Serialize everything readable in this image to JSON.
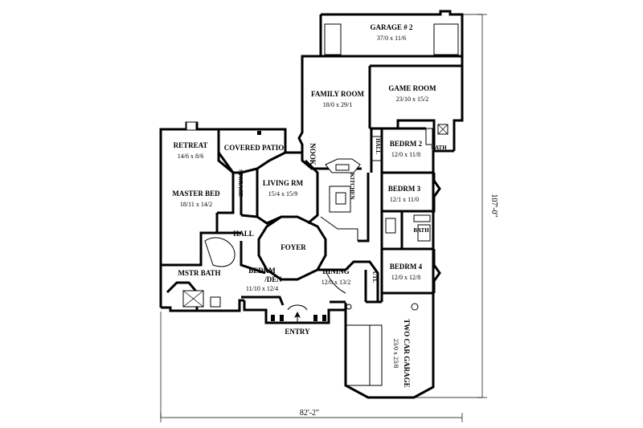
{
  "rooms": {
    "garage2": {
      "name": "GARAGE # 2",
      "size": "37/0 x 11/6"
    },
    "family": {
      "name": "FAMILY ROOM",
      "size": "18/0 x 29/1"
    },
    "game": {
      "name": "GAME ROOM",
      "size": "23/10 x 15/2"
    },
    "retreat": {
      "name": "RETREAT",
      "size": "14/6 x 8/6"
    },
    "patio": {
      "name": "COVERED PATIO"
    },
    "nook": {
      "name": "NOOK"
    },
    "hall_upper": {
      "name": "HALL"
    },
    "bath_upper": {
      "name": "BATH"
    },
    "bedrm2": {
      "name": "BEDRM 2",
      "size": "12/0 x 11/8"
    },
    "living": {
      "name": "LIVING RM",
      "size": "15/4 x 15/9"
    },
    "kitchen": {
      "name": "KITCHEN"
    },
    "master_bed": {
      "name": "MASTER BED",
      "size": "18/11 x 14/2"
    },
    "storage": {
      "name": "STORAGE"
    },
    "bedrm3": {
      "name": "BEDRM 3",
      "size": "12/1 x 11/0"
    },
    "bath_lower": {
      "name": "BATH"
    },
    "hall": {
      "name": "HALL"
    },
    "foyer": {
      "name": "FOYER"
    },
    "bedrm_den": {
      "name": "BEDRM",
      "name2": "/DEN",
      "size": "11/10 x 12/4"
    },
    "mstr_bath": {
      "name": "MSTR BATH"
    },
    "dining": {
      "name": "DINING",
      "size": "12/0 x 13/2"
    },
    "util": {
      "name": "UTL"
    },
    "bedrm4": {
      "name": "BEDRM 4",
      "size": "12/0 x 12/8"
    },
    "two_car": {
      "name": "TWO CAR GARAGE",
      "size": "23/0 x 23/8"
    },
    "entry": {
      "name": "ENTRY"
    }
  },
  "dimensions": {
    "width": "82'-2\"",
    "depth": "107'-0\""
  }
}
